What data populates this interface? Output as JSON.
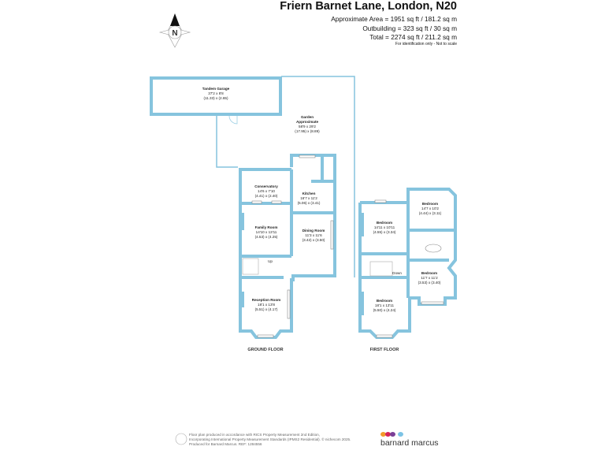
{
  "header": {
    "title": "Friern Barnet Lane, London, N20",
    "area": "Approximate Area = 1951 sq ft / 181.2 sq m",
    "outbuilding": "Outbuilding = 323 sq ft / 30 sq m",
    "total": "Total = 2274 sq ft / 211.2 sq m",
    "note": "For identification only - Not to scale"
  },
  "compass": {
    "label": "N"
  },
  "rooms": {
    "garage": {
      "name": "Tandem Garage",
      "imperial": "37'2 x 8'8",
      "metric": "(11.33) x (2.65)"
    },
    "garden": {
      "name": "Garden",
      "sub": "Approximate",
      "imperial": "58'9 x 29'2",
      "metric": "(17.95) x (8.89)"
    },
    "conservatory": {
      "name": "Conservatory",
      "imperial": "14'6 x 7'10",
      "metric": "(4.41) x (2.40)"
    },
    "kitchen": {
      "name": "Kitchen",
      "imperial": "16'7 x 11'2",
      "metric": "(5.06) x (3.41)"
    },
    "family": {
      "name": "Family Room",
      "imperial": "14'10 x 13'11",
      "metric": "(4.53) x (4.25)"
    },
    "dining": {
      "name": "Dining Room",
      "imperial": "11'3 x 11'6",
      "metric": "(3.42) x (3.50)"
    },
    "reception": {
      "name": "Reception Room",
      "imperial": "18'1 x 13'8",
      "metric": "(5.51) x (4.17)"
    },
    "bed1": {
      "name": "Bedroom",
      "imperial": "14'11 x 10'11",
      "metric": "(4.55) x (3.34)"
    },
    "bed2": {
      "name": "Bedroom",
      "imperial": "14'7 x 10'2",
      "metric": "(4.44) x (3.11)"
    },
    "bed3": {
      "name": "Bedroom",
      "imperial": "11'7 x 11'2",
      "metric": "(3.53) x (3.40)"
    },
    "bed4": {
      "name": "Bedroom",
      "imperial": "18'1 x 13'11",
      "metric": "(5.50) x (4.24)"
    }
  },
  "stairs": {
    "up": "Up",
    "down": "Down"
  },
  "floors": {
    "ground": "GROUND FLOOR",
    "first": "FIRST FLOOR"
  },
  "footer": {
    "line1": "Floor plan produced in accordance with RICS Property Measurement 2nd Edition,",
    "line2": "Incorporating International Property Measurement Standards (IPMS2 Residential).  © nichecom 2025.",
    "line3": "Produced for Barnard Marcus.   REF:  1284556",
    "brand": "barnard marcus",
    "brand_colors": [
      "#f39a2b",
      "#d6245a",
      "#7b3f97",
      "#7cc3e5"
    ]
  },
  "colors": {
    "wall": "#86c4de"
  }
}
